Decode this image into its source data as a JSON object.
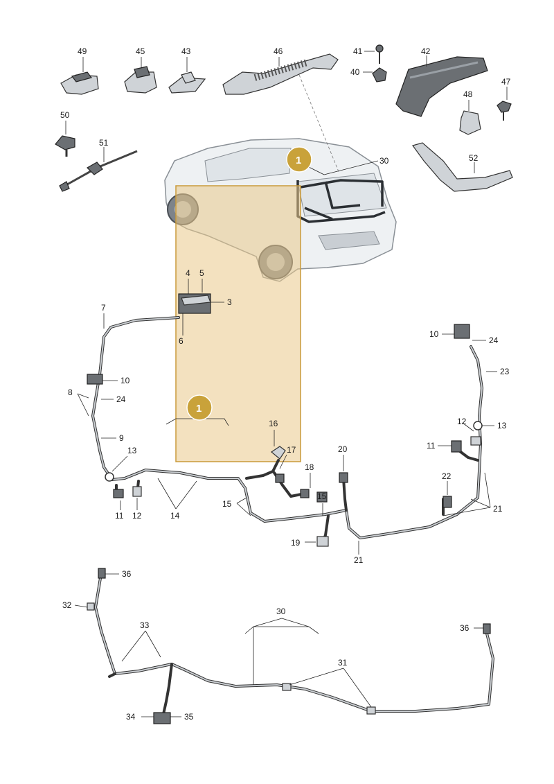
{
  "highlight": {
    "color": "#e9c98a",
    "opacity": 0.55,
    "edge": "#c99a3a"
  },
  "badges": [
    {
      "id": "badge-top",
      "label": "1"
    },
    {
      "id": "badge-mid",
      "label": "1"
    }
  ],
  "callouts": {
    "c49": "49",
    "c45": "45",
    "c43": "43",
    "c46": "46",
    "c41": "41",
    "c42": "42",
    "c40": "40",
    "c47": "47",
    "c48": "48",
    "c50": "50",
    "c51": "51",
    "c52": "52",
    "c30a": "30",
    "c4": "4",
    "c5": "5",
    "c3": "3",
    "c6": "6",
    "c7": "7",
    "c10a": "10",
    "c8": "8",
    "c24a": "24",
    "c9": "9",
    "c13a": "13",
    "c11a": "11",
    "c12a": "12",
    "c14": "14",
    "c15a": "15",
    "c15b": "15",
    "c16": "16",
    "c17": "17",
    "c18": "18",
    "c20": "20",
    "c19": "19",
    "c21a": "21",
    "c21b": "21",
    "c22": "22",
    "c10b": "10",
    "c24b": "24",
    "c23": "23",
    "c12b": "12",
    "c13b": "13",
    "c11b": "11",
    "c36a": "36",
    "c32": "32",
    "c33": "33",
    "c30b": "30",
    "c31": "31",
    "c36b": "36",
    "c34": "34",
    "c35": "35"
  }
}
